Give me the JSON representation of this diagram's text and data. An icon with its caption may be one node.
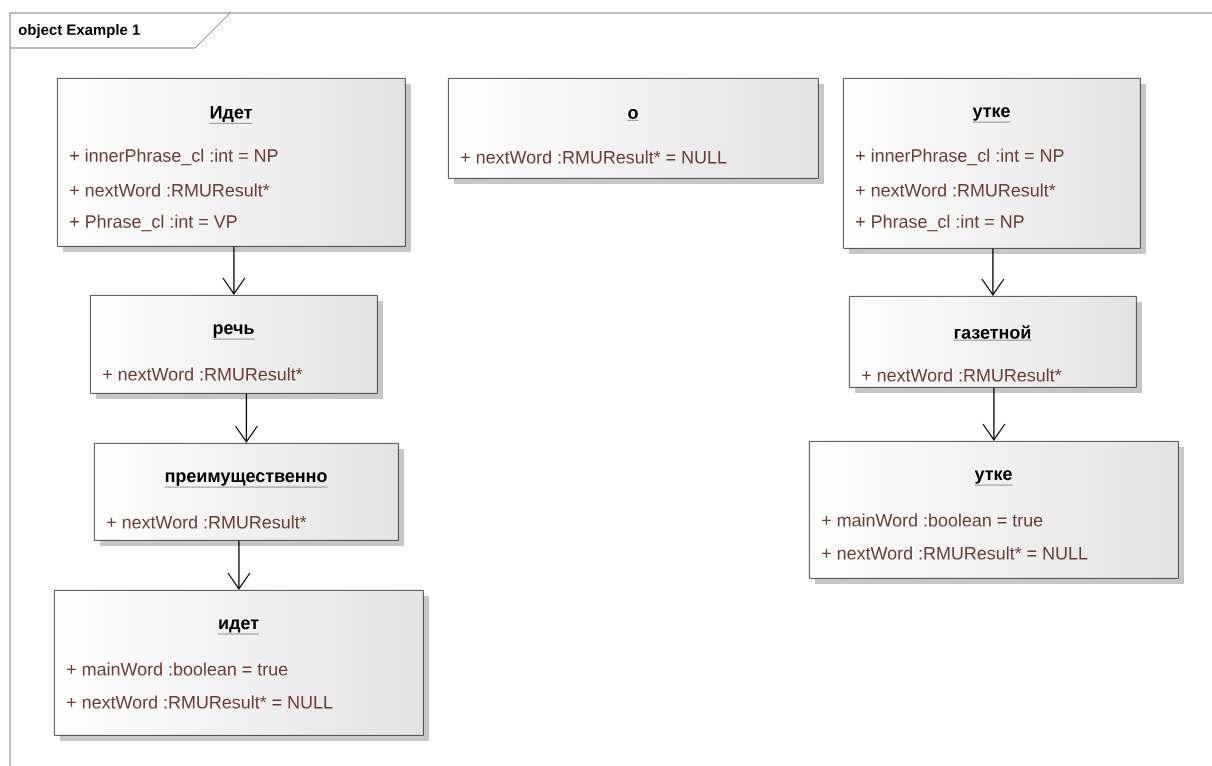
{
  "diagram": {
    "nodes": [
      {
        "text": [
          "object Example 1"
        ]
      },
      {
        "text": [
          "Идет",
          "+ innerPhrase_cl :int = NP",
          "+ nextWord :RMUResult*",
          "+ Phrase_cl :int = VP"
        ],
        "in": 0
      },
      {
        "text": [
          "о",
          "+ nextWord :RMUResult* = NULL"
        ],
        "in": 0
      },
      {
        "text": [
          "утке",
          "+ innerPhrase_cl :int = NP",
          "+ nextWord :RMUResult*",
          "+ Phrase_cl :int = NP"
        ],
        "in": 0
      },
      {
        "text": [
          "речь",
          "+ nextWord :RMUResult*"
        ],
        "in": 0
      },
      {
        "text": [
          "газетной",
          "+ nextWord :RMUResult*"
        ],
        "in": 0
      },
      {
        "text": [
          "преимущественно",
          "+ nextWord :RMUResult*"
        ],
        "in": 0
      },
      {
        "text": [
          "утке",
          "+ mainWord :boolean = true",
          "+ nextWord :RMUResult* = NULL"
        ],
        "in": 0
      },
      {
        "text": [
          "идет",
          "+ mainWord :boolean = true",
          "+ nextWord :RMUResult* = NULL"
        ],
        "in": 0
      }
    ],
    "edges": [
      {
        "from": 1,
        "to": 4,
        "arrow": "to"
      },
      {
        "from": 4,
        "to": 6,
        "arrow": "to"
      },
      {
        "from": 6,
        "to": 8,
        "arrow": "to"
      },
      {
        "from": 3,
        "to": 5,
        "arrow": "to"
      },
      {
        "from": 5,
        "to": 7,
        "arrow": "to"
      }
    ]
  }
}
